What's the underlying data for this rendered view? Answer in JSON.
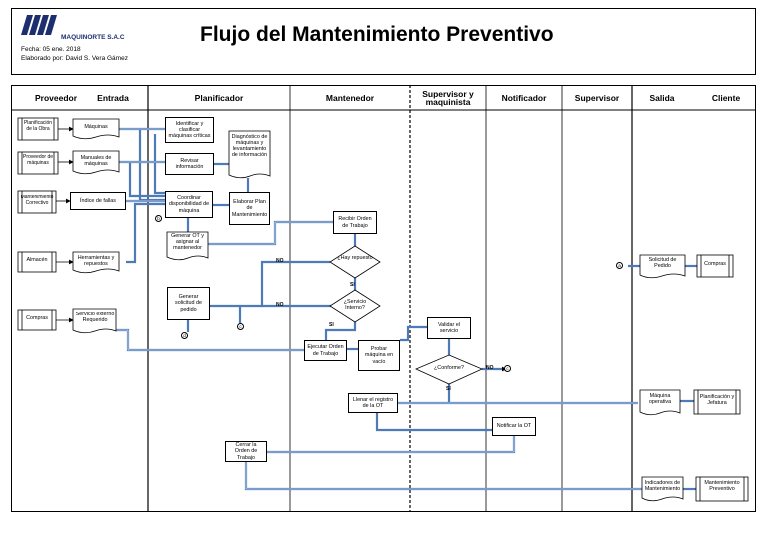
{
  "header": {
    "logo_text": "MAQUINORTE S.A.C",
    "title": "Flujo del Mantenimiento Preventivo",
    "fecha": "Fecha: 05 ene. 2018",
    "elaborado": "Elaborado por:  David S. Vera Gámez"
  },
  "lanes": {
    "proveedor": "Proveedor",
    "entrada": "Entrada",
    "planificador": "Planificador",
    "mantenedor": "Mantenedor",
    "supervisor_maquinista": "Supervisor y maquinista",
    "notificador": "Notificador",
    "supervisor": "Supervisor",
    "salida": "Salida",
    "cliente": "Cliente"
  },
  "nodes": {
    "planificacion_obra": "Planificación de la Obra",
    "proveedor_maquinas": "Proveedor de máquinas",
    "mantenimiento_correctivo": "Mantenimiento Correctivo",
    "almacen": "Almacén",
    "compras": "Compras",
    "maquinas": "Máquinas",
    "manuales": "Manuales de máquinas",
    "indice_fallas": "Índice de fallas",
    "herramientas": "Herramientas y repuestos",
    "servicio_externo": "Servicio externo Requerido",
    "identificar": "Identificar y clasificar máquinas críticas",
    "revisar": "Revisar información",
    "diagnostico": "Diagnóstico de máquinas y levantamiento de información",
    "coordinar": "Coordinar disponibilidad de máquina",
    "elaborar_plan": "Elaborar Plan de Mantenimiento",
    "generar_ot": "Generar OT y asignar al mantenedor",
    "generar_solicitud": "Generar solicitud de pedido",
    "recibir_orden": "Recibir Orden de Trabajo",
    "hay_repuesto": "¿Hay repuesto",
    "servicio_interno": "¿Servicio Interno?",
    "ejecutar_orden": "Ejecutar Orden de Trabajo",
    "probar_maquina": "Probar máquina en vacío",
    "validar_servicio": "Validar el servicio",
    "conforme": "¿Conforme?",
    "llenar_registro": "Llenar el registro de la OT",
    "notificar_ot": "Notificar la OT",
    "cerrar_orden": "Cerrar la Orden de Trabajo",
    "solicitud_pedido": "Solicitud de Pedido",
    "compras_cliente": "Compras",
    "maquina_operativa": "Máquina operativa",
    "planificacion_jefatura": "Planificación y Jefatura",
    "indicadores": "Indicadores de Mantenimiento",
    "mantenimiento_preventivo": "Mantenimiento Preventivo"
  },
  "labels": {
    "no": "NO",
    "si": "SI"
  },
  "connectors": {
    "a": "a",
    "b": "b",
    "c": "c",
    "d": "d"
  },
  "colors": {
    "flow_line": "#4e7ab8",
    "logo_blue": "#1c2e6e"
  }
}
